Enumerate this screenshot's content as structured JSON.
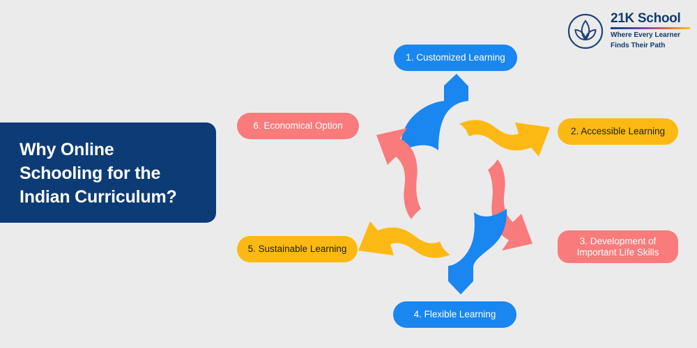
{
  "page": {
    "background_color": "#ebebeb"
  },
  "title": {
    "lines": [
      "Why Online",
      "Schooling for the",
      "Indian Curriculum?"
    ],
    "background_color": "#0d3b75",
    "text_color": "#ffffff"
  },
  "logo": {
    "icon": "lotus-circle-icon",
    "name": "21K School",
    "tagline_line1": "Where Every Learner",
    "tagline_line2": "Finds Their Path",
    "color": "#123a6b"
  },
  "palette": {
    "blue": "#1a86f0",
    "amber": "#fdb913",
    "coral": "#f97b7b",
    "navy": "#0d3b75",
    "background": "#ebebeb"
  },
  "diagram": {
    "type": "radial-cycle",
    "center_label": "",
    "items": [
      {
        "number": "1",
        "label": "1. Customized Learning",
        "color": "blue",
        "position": "top",
        "arrow": "curved-arrow-up"
      },
      {
        "number": "2",
        "label": "2. Accessible Learning",
        "color": "amber",
        "position": "upper-right",
        "arrow": "curved-arrow-right"
      },
      {
        "number": "3",
        "label_line1": "3. Development of",
        "label_line2": "Important Life Skills",
        "color": "coral",
        "position": "lower-right",
        "arrow": "curved-arrow-down-right"
      },
      {
        "number": "4",
        "label": "4. Flexible Learning",
        "color": "blue",
        "position": "bottom",
        "arrow": "curved-arrow-down"
      },
      {
        "number": "5",
        "label": "5. Sustainable Learning",
        "color": "amber",
        "position": "lower-left",
        "arrow": "curved-arrow-left"
      },
      {
        "number": "6",
        "label": "6. Economical Option",
        "color": "coral",
        "position": "upper-left",
        "arrow": "curved-arrow-up-left"
      }
    ]
  }
}
